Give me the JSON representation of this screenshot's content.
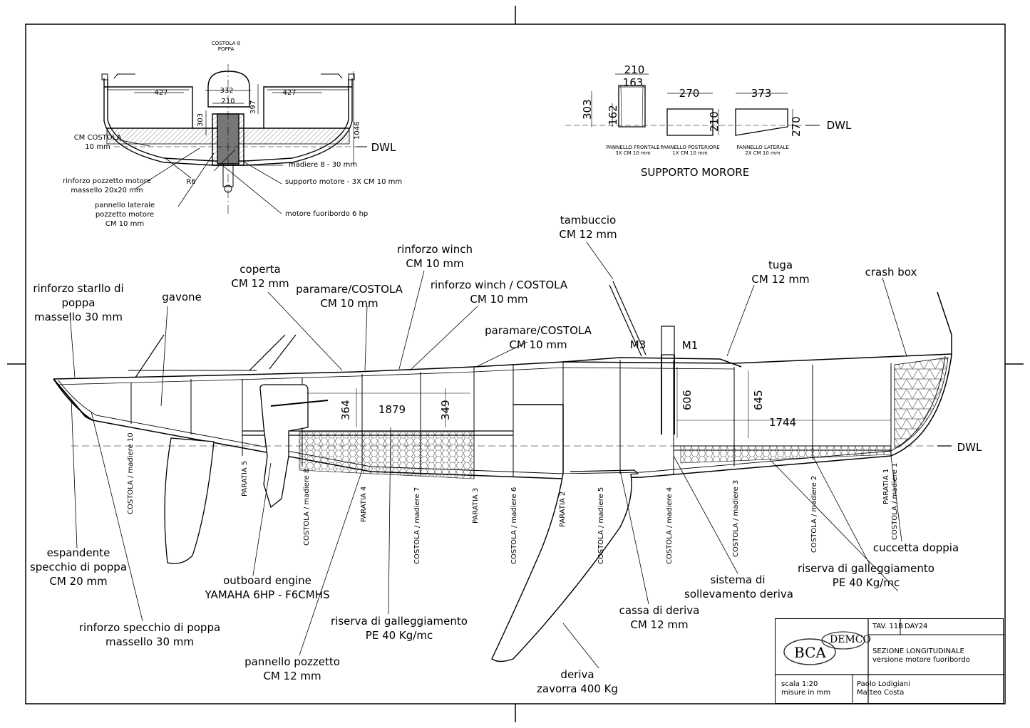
{
  "section_detail": {
    "top_label": "COSTOLA 8\nPOPPA",
    "dims": {
      "d427a": "427",
      "d427b": "427",
      "d332": "332",
      "d210": "210",
      "d397": "397",
      "d303": "303",
      "d1046": "1046",
      "r6": "R6"
    },
    "dwl": "DWL",
    "labels": {
      "cm_costola": "CM COSTOLA\n10 mm",
      "madiere": "madiere 8 - 30 mm",
      "rinforzo_pozzetto": "rinforzo pozzetto motore\nmassello 20x20 mm",
      "supporto_motore": "supporto motore - 3X CM 10 mm",
      "pannello_laterale": "pannello laterale\npozzetto motore\nCM 10 mm",
      "motore_fuoribordo": "motore fuoribordo 6 hp"
    }
  },
  "supporto": {
    "title": "SUPPORTO MORORE",
    "dims": {
      "d210": "210",
      "d163": "163",
      "d303": "303",
      "d162": "162",
      "d270a": "270",
      "d210b": "210",
      "d373": "373",
      "d270b": "270"
    },
    "dwl": "DWL",
    "panels": [
      "PANNELLO FRONTALE\n3X CM 10 mm",
      "PANNELLO POSTERIORE\n1X CM 10 mm",
      "PANNELLO LATERALE\n2X CM 10 mm"
    ]
  },
  "main": {
    "dwl": "DWL",
    "dims": {
      "d1879": "1879",
      "d364": "364",
      "d349": "349",
      "d606": "606",
      "d645": "645",
      "d1744": "1744",
      "m3": "M3",
      "m1": "M1"
    },
    "labels": {
      "tambuccio": "tambuccio\nCM 12 mm",
      "rinforzo_winch": "rinforzo winch\nCM 10 mm",
      "coperta": "coperta\nCM 12 mm",
      "paramare1": "paramare/COSTOLA\nCM 10 mm",
      "rinforzo_winch_costola": "rinforzo winch / COSTOLA\nCM 10 mm",
      "paramare2": "paramare/COSTOLA\nCM 10 mm",
      "tuga": "tuga\nCM 12 mm",
      "crash_box": "crash box",
      "rinforzo_starllo": "rinforzo starllo di\npoppa\nmassello 30 mm",
      "gavone": "gavone",
      "espandente": "espandente\nspecchio di poppa\nCM 20 mm",
      "outboard": "outboard engine\nYAMAHA 6HP - F6CMHS",
      "rinforzo_specchio": "rinforzo specchio di poppa\nmassello 30 mm",
      "riserva1": "riserva di galleggiamento\nPE 40 Kg/mc",
      "pannello_pozzetto": "pannello pozzetto\nCM 12 mm",
      "cassa_deriva": "cassa di deriva\nCM 12 mm",
      "deriva": "deriva\nzavorra 400 Kg",
      "sistema": "sistema di\nsollevamento deriva",
      "riserva2": "riserva di galleggiamento\nPE 40 Kg/mc",
      "cuccetta": "cuccetta doppia"
    },
    "stations": [
      "COSTOLA / madiere 10",
      "PARATIA 5",
      "COSTOLA / madiere 8",
      "PARATIA 4",
      "COSTOLA / madiere 7",
      "PARATIA 3",
      "COSTOLA / madiere 6",
      "PARATIA 2",
      "COSTOLA / madiere 5",
      "COSTOLA / madiere 4",
      "COSTOLA / madiere 3",
      "COSTOLA / madiere 2",
      "PARATIA 1",
      "COSTOLA / madiere 1"
    ]
  },
  "title_block": {
    "logo_top": "DEMCO",
    "logo_bottom": "BCA",
    "tav": "TAV. 11B",
    "project": "DAY24",
    "title": "SEZIONE LONGITUDINALE\nversione motore fuoribordo",
    "scale": "scala 1:20\nmisure in mm",
    "authors": "Paolo Lodigiani\nMatteo Costa"
  }
}
